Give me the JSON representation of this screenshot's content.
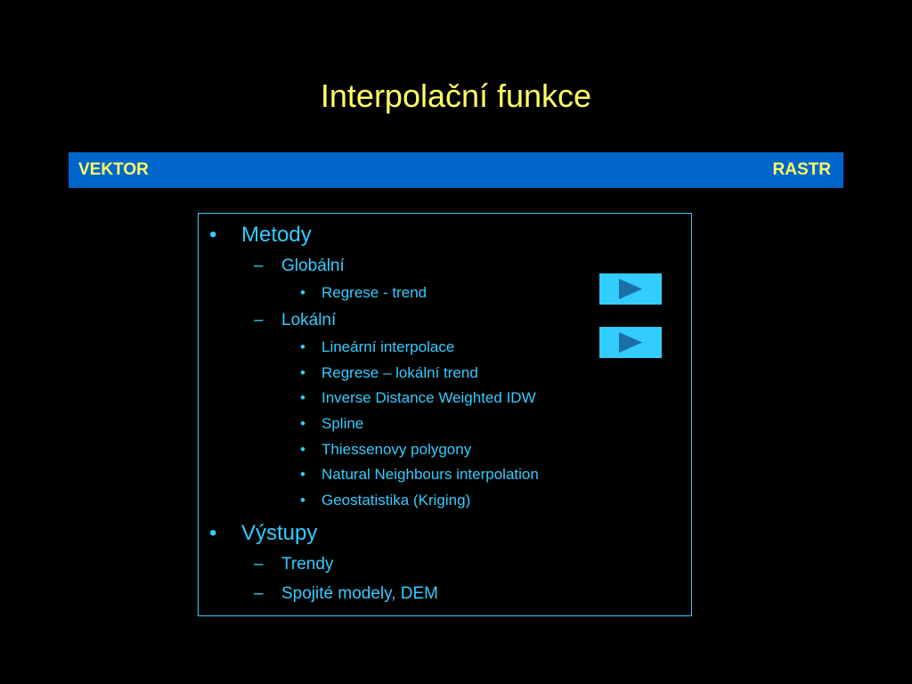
{
  "slide": {
    "title": "Interpolační funkce"
  },
  "band": {
    "left_label": "VEKTOR",
    "right_label": "RASTR"
  },
  "content": {
    "bullet_l1": "•",
    "bullet_l2": "–",
    "bullet_l3": "•",
    "metody": "Metody",
    "globalni": "Globální",
    "regrese_trend": "Regrese - trend",
    "lokalni": "Lokální",
    "linearni": "Lineární interpolace",
    "regrese_lokalni": "Regrese – lokální trend",
    "idw": "Inverse Distance Weighted IDW",
    "spline": "Spline",
    "thiessen": "Thiessenovy polygony",
    "natural": "Natural Neighbours interpolation",
    "geostat": "Geostatistika (Kriging)",
    "vystupy": "Výstupy",
    "trendy": "Trendy",
    "spojite": "Spojité modely, DEM"
  },
  "nav": {
    "button_icon": "play-arrow-icon"
  },
  "colors": {
    "background": "#000000",
    "title": "#FFFF66",
    "band": "#0066CC",
    "text": "#33CCFF",
    "arrow": "#1A6FA6"
  }
}
